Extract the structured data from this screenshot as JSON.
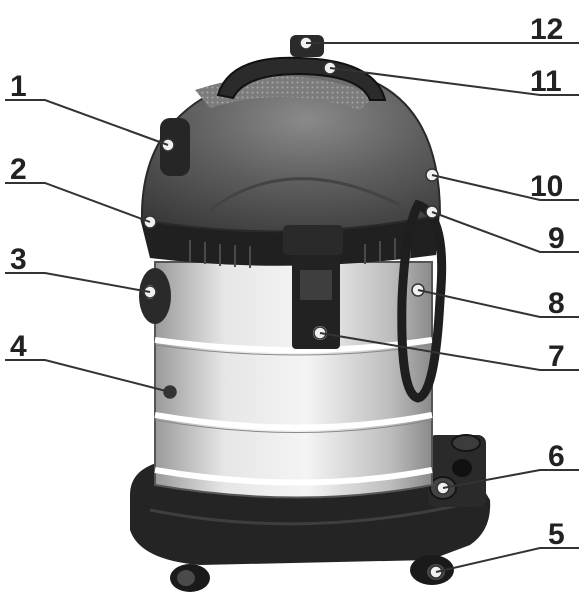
{
  "colors": {
    "body_dark": "#5a5a5a",
    "steel": "#d6d6d6",
    "base_black": "#1e1e1e",
    "callout": "#333333"
  },
  "callouts": [
    {
      "label": "1",
      "part": "power-switch"
    },
    {
      "label": "2",
      "part": "head-edge"
    },
    {
      "label": "3",
      "part": "side-socket"
    },
    {
      "label": "4",
      "part": "steel-tank"
    },
    {
      "label": "5",
      "part": "caster-wheel"
    },
    {
      "label": "6",
      "part": "accessory-holder"
    },
    {
      "label": "7",
      "part": "latch-clip"
    },
    {
      "label": "8",
      "part": "cord-hook"
    },
    {
      "label": "9",
      "part": "hook-mount"
    },
    {
      "label": "10",
      "part": "head-rear"
    },
    {
      "label": "11",
      "part": "carry-handle"
    },
    {
      "label": "12",
      "part": "top-knob"
    }
  ]
}
